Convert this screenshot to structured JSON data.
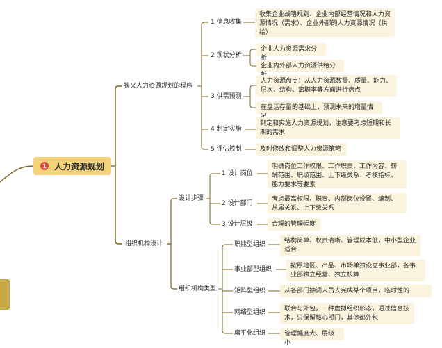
{
  "root": {
    "number": "1",
    "label": "人力资源规划"
  },
  "l1": [
    {
      "label": "狭义人力资源规划的程序"
    },
    {
      "label": "组织机构设计"
    }
  ],
  "planning_steps": [
    {
      "label": "1 信息收集",
      "details": [
        "收集企业战略规划、企业内部经营情况和人力资源情况（需求）、企业外部的人力资源情况（供给）"
      ]
    },
    {
      "label": "2 现状分析",
      "details": [
        "企业人力资源需求分析",
        "企业内外部人力资源供给分析"
      ]
    },
    {
      "label": "3 供需预测",
      "details": [
        "人力资源盘点：从人力资源数量、质量、能力、层次、结构、离职率等方面进行盘点",
        "在盘活存量的基础上，预测未来的增量情况"
      ]
    },
    {
      "label": "4 制定实施",
      "details": [
        "制定和实施人力资源规划，注意要考虑短期和长期的需求"
      ]
    },
    {
      "label": "5 评估控制",
      "details": [
        "及时修改和调整人力资源策略"
      ]
    }
  ],
  "org_design": {
    "design_steps": {
      "label": "设计步骤",
      "items": [
        {
          "label": "1 设计岗位",
          "detail": "明确岗位工作权限、工作职责、工作内容、薪酬范围、职级范围、上下级关系、考核指标、能力要求等要素"
        },
        {
          "label": "2 设计部门",
          "detail": "考虑最高权限、职责、内部岗位设置、编制、从属关系、上下级关系"
        },
        {
          "label": "3 设计层级",
          "detail": "合理的管理幅度"
        }
      ]
    },
    "org_types": {
      "label": "组织机构类型",
      "items": [
        {
          "label": "职能型组织",
          "detail": "结构简单、权责清晰、管理成本低，中小型企业适合"
        },
        {
          "label": "事业部型组织",
          "detail": "按照地区、产品、市场单独设立事业部，各事业部独立经营、独立核算"
        },
        {
          "label": "矩阵型组织",
          "detail": "从各部门抽调人员去完成某个项目，临时性的"
        },
        {
          "label": "网络型组织",
          "detail": "联合与外包，一种虚拟组织形态，通过信息技术，只保留核心部门，其他都外包"
        },
        {
          "label": "扁平化组织",
          "detail": "管理幅度大、层级小"
        }
      ]
    }
  },
  "colors": {
    "line": "#7a6520",
    "detail_bg": "#faf3de",
    "root_bg": "#f4d27a",
    "badge": "#e0473a"
  }
}
